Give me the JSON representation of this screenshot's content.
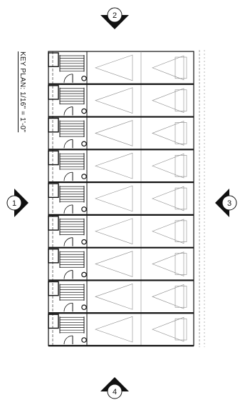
{
  "key_plan": {
    "title": "KEY PLAN: 1/16\" = 1'-0\""
  },
  "section_markers": [
    {
      "id": "marker-1",
      "label": "1"
    },
    {
      "id": "marker-2",
      "label": "2"
    },
    {
      "id": "marker-3",
      "label": "3"
    },
    {
      "id": "marker-4",
      "label": "4"
    }
  ],
  "units": {
    "count": 9
  },
  "colors": {
    "ink": "#111111",
    "light_ink": "#8a8a8a",
    "paper": "#ffffff"
  }
}
